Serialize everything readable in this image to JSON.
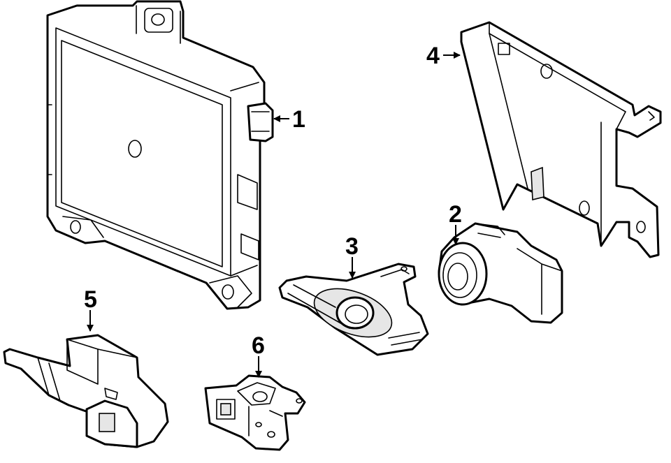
{
  "callouts": [
    {
      "label": "1"
    },
    {
      "label": "2"
    },
    {
      "label": "3"
    },
    {
      "label": "4"
    },
    {
      "label": "5"
    },
    {
      "label": "6"
    }
  ],
  "colors": {
    "line": "#000000",
    "background": "#ffffff",
    "shade": "#e6e6e6"
  }
}
